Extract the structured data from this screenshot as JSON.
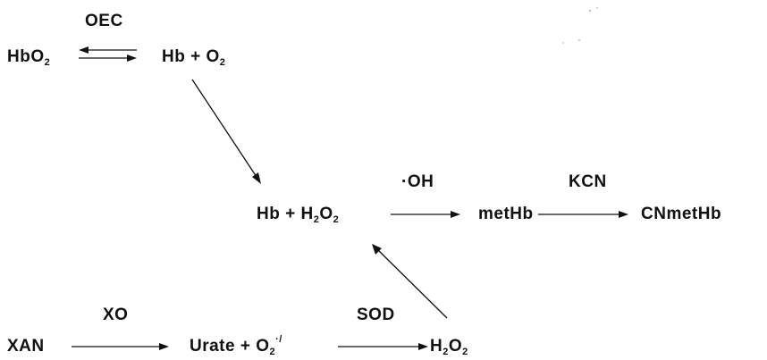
{
  "labels": {
    "hbo2_base": "HbO",
    "hbo2_sub": "2",
    "oec": "OEC",
    "hb_o2_base": "Hb + O",
    "hb_o2_sub": "2",
    "hb_h2o2_base": "Hb + H",
    "hb_h2o2_sub1": "2",
    "hb_h2o2_mid": "O",
    "hb_h2o2_sub2": "2",
    "oh": "·OH",
    "methb": "metHb",
    "kcn": "KCN",
    "cnmethb": "CNmetHb",
    "xo": "XO",
    "xan": "XAN",
    "urate_base": "Urate + O",
    "urate_sub": "2",
    "urate_sup": "·/",
    "sod": "SOD",
    "h2o2_base": "H",
    "h2o2_sub1": "2",
    "h2o2_mid": "O",
    "h2o2_sub2": "2"
  },
  "colors": {
    "ink": "#111111",
    "background": "#ffffff"
  }
}
